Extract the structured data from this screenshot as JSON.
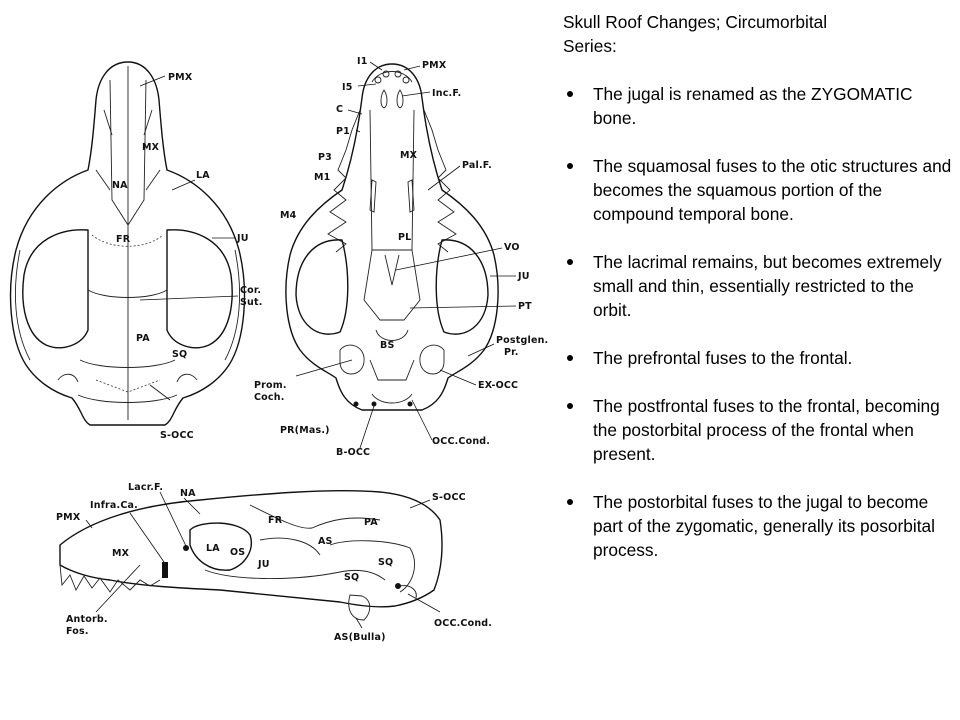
{
  "title": "Skull Roof Changes; Circumorbital\nSeries:",
  "bullets": [
    {
      "text": "The jugal is renamed as the ZYGOMATIC bone."
    },
    {
      "text": "The squamosal fuses to the otic structures and becomes the squamous portion of the compound temporal bone."
    },
    {
      "text": "The lacrimal remains, but becomes extremely small and thin, essentially restricted to the orbit."
    },
    {
      "text": "The prefrontal fuses to the frontal."
    },
    {
      "text": "The postfrontal fuses to the frontal, becoming the postorbital process of the frontal when present."
    },
    {
      "text": "The postorbital fuses to the jugal to become part of the zygomatic, generally its posorbital process."
    }
  ],
  "figure": {
    "dorsal_labels": {
      "pmx": "PMX",
      "mx": "MX",
      "na": "NA",
      "la": "LA",
      "fr": "FR",
      "ju": "JU",
      "cor_sut_1": "Cor.",
      "cor_sut_2": "Sut.",
      "pa": "PA",
      "sq": "SQ",
      "s_occ": "S-OCC"
    },
    "ventral_labels": {
      "i1": "I1",
      "pmx": "PMX",
      "i5": "I5",
      "inc_f": "Inc.F.",
      "c": "C",
      "p1": "P1",
      "mx": "MX",
      "p3": "P3",
      "pal_f": "Pal.F.",
      "m1": "M1",
      "m4": "M4",
      "pl": "PL",
      "vo": "VO",
      "ju": "JU",
      "pt": "PT",
      "postglen_1": "Postglen.",
      "postglen_2": "Pr.",
      "bs": "BS",
      "prom_1": "Prom.",
      "prom_2": "Coch.",
      "ex_occ": "EX-OCC",
      "pr_mas": "PR(Mas.)",
      "occ_cond": "OCC.Cond.",
      "b_occ": "B-OCC"
    },
    "lateral_labels": {
      "lacr_f": "Lacr.F.",
      "na": "NA",
      "s_occ": "S-OCC",
      "pmx": "PMX",
      "infra_ca": "Infra.Ca.",
      "fr": "FR",
      "pa": "PA",
      "la": "LA",
      "os": "OS",
      "as": "AS",
      "mx": "MX",
      "ju": "JU",
      "sq_1": "SQ",
      "sq_2": "SQ",
      "antorb_1": "Antorb.",
      "antorb_2": "Fos.",
      "as_bulla": "AS(Bulla)",
      "occ_cond": "OCC.Cond."
    }
  }
}
